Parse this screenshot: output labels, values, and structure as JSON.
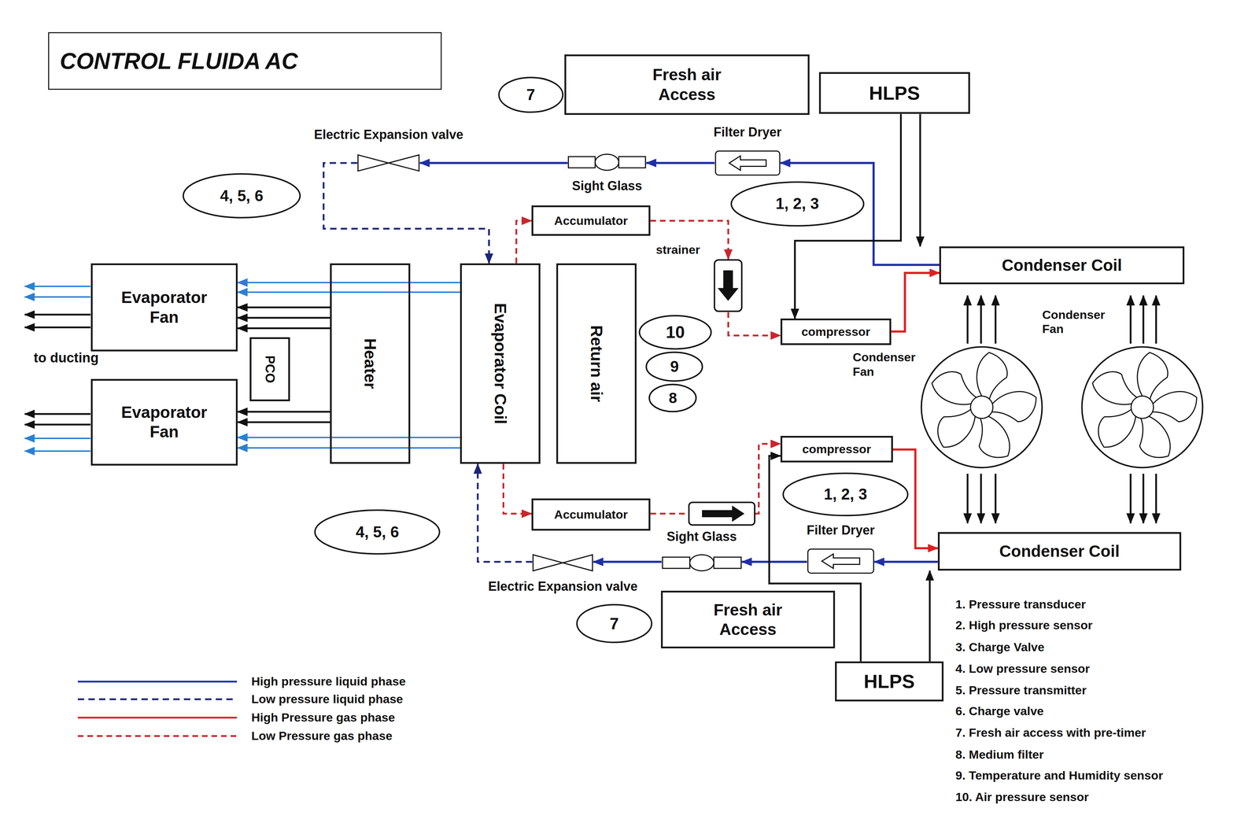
{
  "diagram": {
    "title": "CONTROL FLUIDA AC",
    "nodes": [
      {
        "text": [
          "7"
        ]
      },
      {
        "text": [
          "Fresh air Access"
        ]
      },
      {
        "text": [
          "HLPS"
        ]
      },
      {
        "text": [
          "Electric Expansion valve"
        ]
      },
      {
        "text": [
          "Sight Glass"
        ]
      },
      {
        "text": [
          "Filter Dryer"
        ]
      },
      {
        "text": [
          "4, 5, 6"
        ]
      },
      {
        "text": [
          "1, 2, 3"
        ]
      },
      {
        "text": [
          "Accumulator"
        ]
      },
      {
        "text": [
          "strainer"
        ]
      },
      {
        "text": [
          "Condenser Coil"
        ]
      },
      {
        "text": [
          "compressor"
        ]
      },
      {
        "text": [
          "Evaporator Fan"
        ]
      },
      {
        "text": [
          "PCO"
        ]
      },
      {
        "text": [
          "Heater"
        ]
      },
      {
        "text": [
          "Evaporator Coil"
        ]
      },
      {
        "text": [
          "Return air"
        ]
      },
      {
        "text": [
          "10"
        ]
      },
      {
        "text": [
          "9"
        ]
      },
      {
        "text": [
          "Condenser Fan"
        ]
      },
      {
        "text": [
          "Condenser Fan"
        ]
      },
      {
        "text": [
          "Evaporator Fan"
        ]
      },
      {
        "text": [
          "8"
        ]
      },
      {
        "text": [
          "compressor"
        ]
      },
      {
        "text": [
          "1, 2, 3"
        ]
      },
      {
        "text": [
          "Accumulator"
        ]
      },
      {
        "text": [
          "4, 5, 6"
        ]
      },
      {
        "text": [
          "Sight Glass"
        ]
      },
      {
        "text": [
          "Filter Dryer"
        ]
      },
      {
        "text": [
          "Condenser Coil"
        ]
      },
      {
        "text": [
          "Electric Expansion valve"
        ]
      },
      {
        "text": [
          "7"
        ]
      },
      {
        "text": [
          "Fresh air Access"
        ]
      },
      {
        "text": [
          "HLPS"
        ]
      }
    ],
    "edges": [
      {
        "from": 10,
        "to": 5,
        "arrow": "to"
      },
      {
        "from": 5,
        "to": 4,
        "arrow": "to"
      },
      {
        "from": 4,
        "to": 3,
        "arrow": "to"
      },
      {
        "from": 3,
        "to": 15,
        "arrow": "to"
      },
      {
        "from": 15,
        "to": 8,
        "arrow": "to"
      },
      {
        "from": 8,
        "to": 9,
        "arrow": "to"
      },
      {
        "from": 9,
        "to": 11,
        "arrow": "to"
      },
      {
        "from": 11,
        "to": 10,
        "arrow": "to"
      },
      {
        "from": 2,
        "to": 10,
        "arrow": "to"
      },
      {
        "from": 2,
        "to": 11,
        "arrow": "to"
      },
      {
        "from": 23,
        "to": 29,
        "arrow": "to"
      },
      {
        "from": 29,
        "to": 28,
        "arrow": "to"
      },
      {
        "from": 28,
        "to": 27,
        "arrow": "to"
      },
      {
        "from": 27,
        "to": 30,
        "arrow": "to"
      },
      {
        "from": 30,
        "to": 15,
        "arrow": "to"
      },
      {
        "from": 15,
        "to": 25,
        "arrow": "to"
      },
      {
        "from": 25,
        "to": 23,
        "arrow": "to"
      },
      {
        "from": 33,
        "to": 29,
        "arrow": "to"
      },
      {
        "from": 33,
        "to": 23,
        "arrow": "to"
      },
      {
        "from": 15,
        "to": 12,
        "arrow": "to"
      },
      {
        "from": 14,
        "to": 12,
        "arrow": "to"
      },
      {
        "from": 14,
        "to": 21,
        "arrow": "to"
      },
      {
        "from": 15,
        "to": 21,
        "arrow": "to"
      }
    ],
    "labels": [
      "to ducting",
      "1. Pressure transducer",
      "2. High pressure sensor",
      "3. Charge Valve",
      "4. Low pressure sensor",
      "5. Pressure transmitter",
      "6. Charge valve",
      "7. Fresh air access with pre-timer",
      "8. Medium filter",
      "9. Temperature and Humidity sensor",
      "10. Air pressure sensor"
    ],
    "legend": [
      {
        "text": "High pressure liquid phase"
      },
      {
        "text": "Low pressure liquid phase"
      },
      {
        "text": "High Pressure gas phase"
      },
      {
        "text": "Low Pressure gas phase"
      }
    ]
  }
}
